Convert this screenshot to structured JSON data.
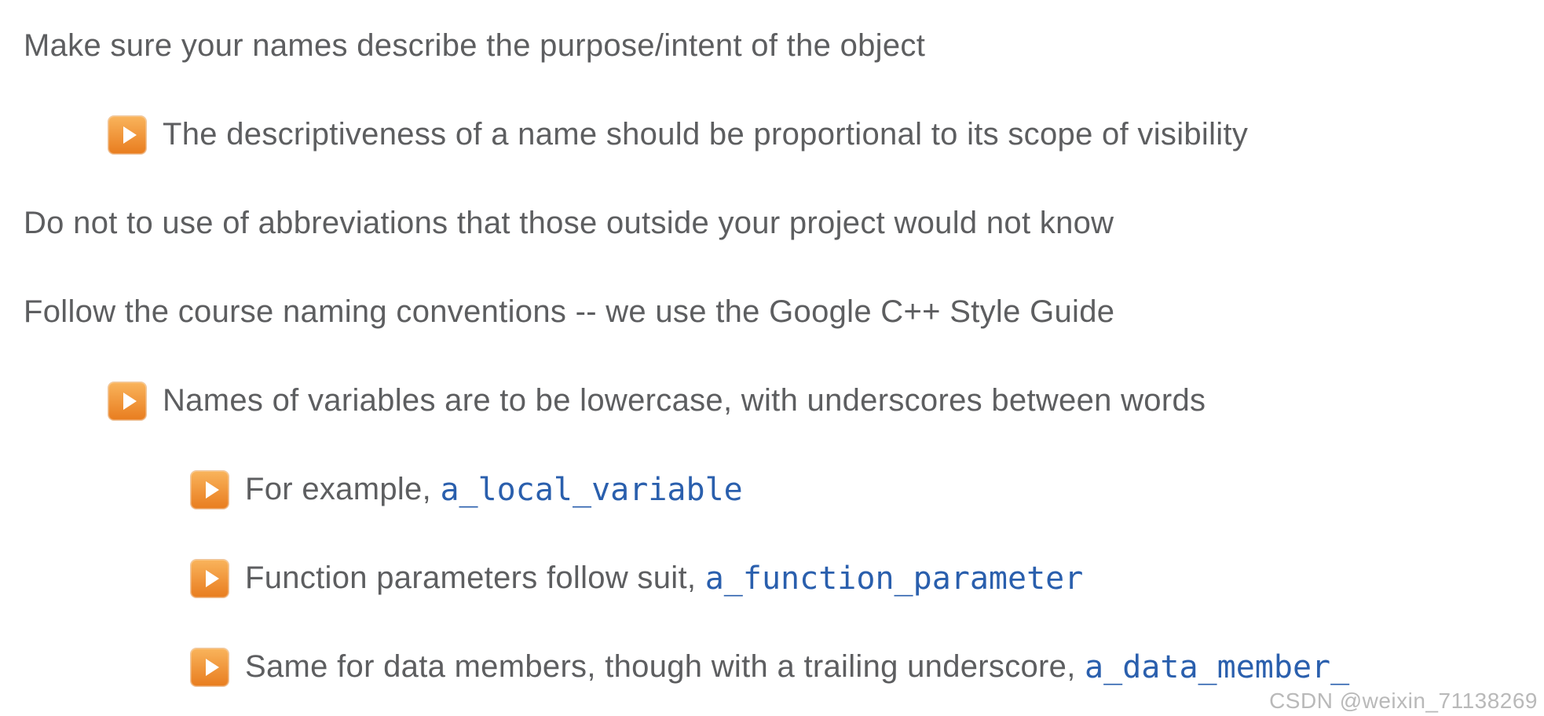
{
  "page": {
    "background": "#ffffff",
    "text_color": "#5d5e60",
    "code_color": "#2a5fad",
    "bullet_color_top": "#f9b45c",
    "bullet_color_bottom": "#e87d1f",
    "bullet_icon": "play-icon"
  },
  "lines": [
    {
      "level": 0,
      "bullet": false,
      "text": "Make sure your names describe the purpose/intent of the object"
    },
    {
      "level": 1,
      "bullet": true,
      "text": "The descriptiveness of a name should be proportional to its scope of visibility"
    },
    {
      "level": 0,
      "bullet": false,
      "text": "Do not to use of abbreviations that those outside your project would not know"
    },
    {
      "level": 0,
      "bullet": false,
      "text": "Follow the course naming conventions -- we use the Google C++ Style Guide"
    },
    {
      "level": 1,
      "bullet": true,
      "text": "Names of variables are to be lowercase, with underscores between words"
    },
    {
      "level": 2,
      "bullet": true,
      "text": "For example, ",
      "code": "a_local_variable"
    },
    {
      "level": 2,
      "bullet": true,
      "text": "Function parameters follow suit, ",
      "code": "a_function_parameter"
    },
    {
      "level": 2,
      "bullet": true,
      "text": "Same for data members, though with a trailing underscore, ",
      "code": "a_data_member_"
    }
  ],
  "watermark": {
    "text": "CSDN @weixin_71138269",
    "color": "#b9b9b9"
  }
}
